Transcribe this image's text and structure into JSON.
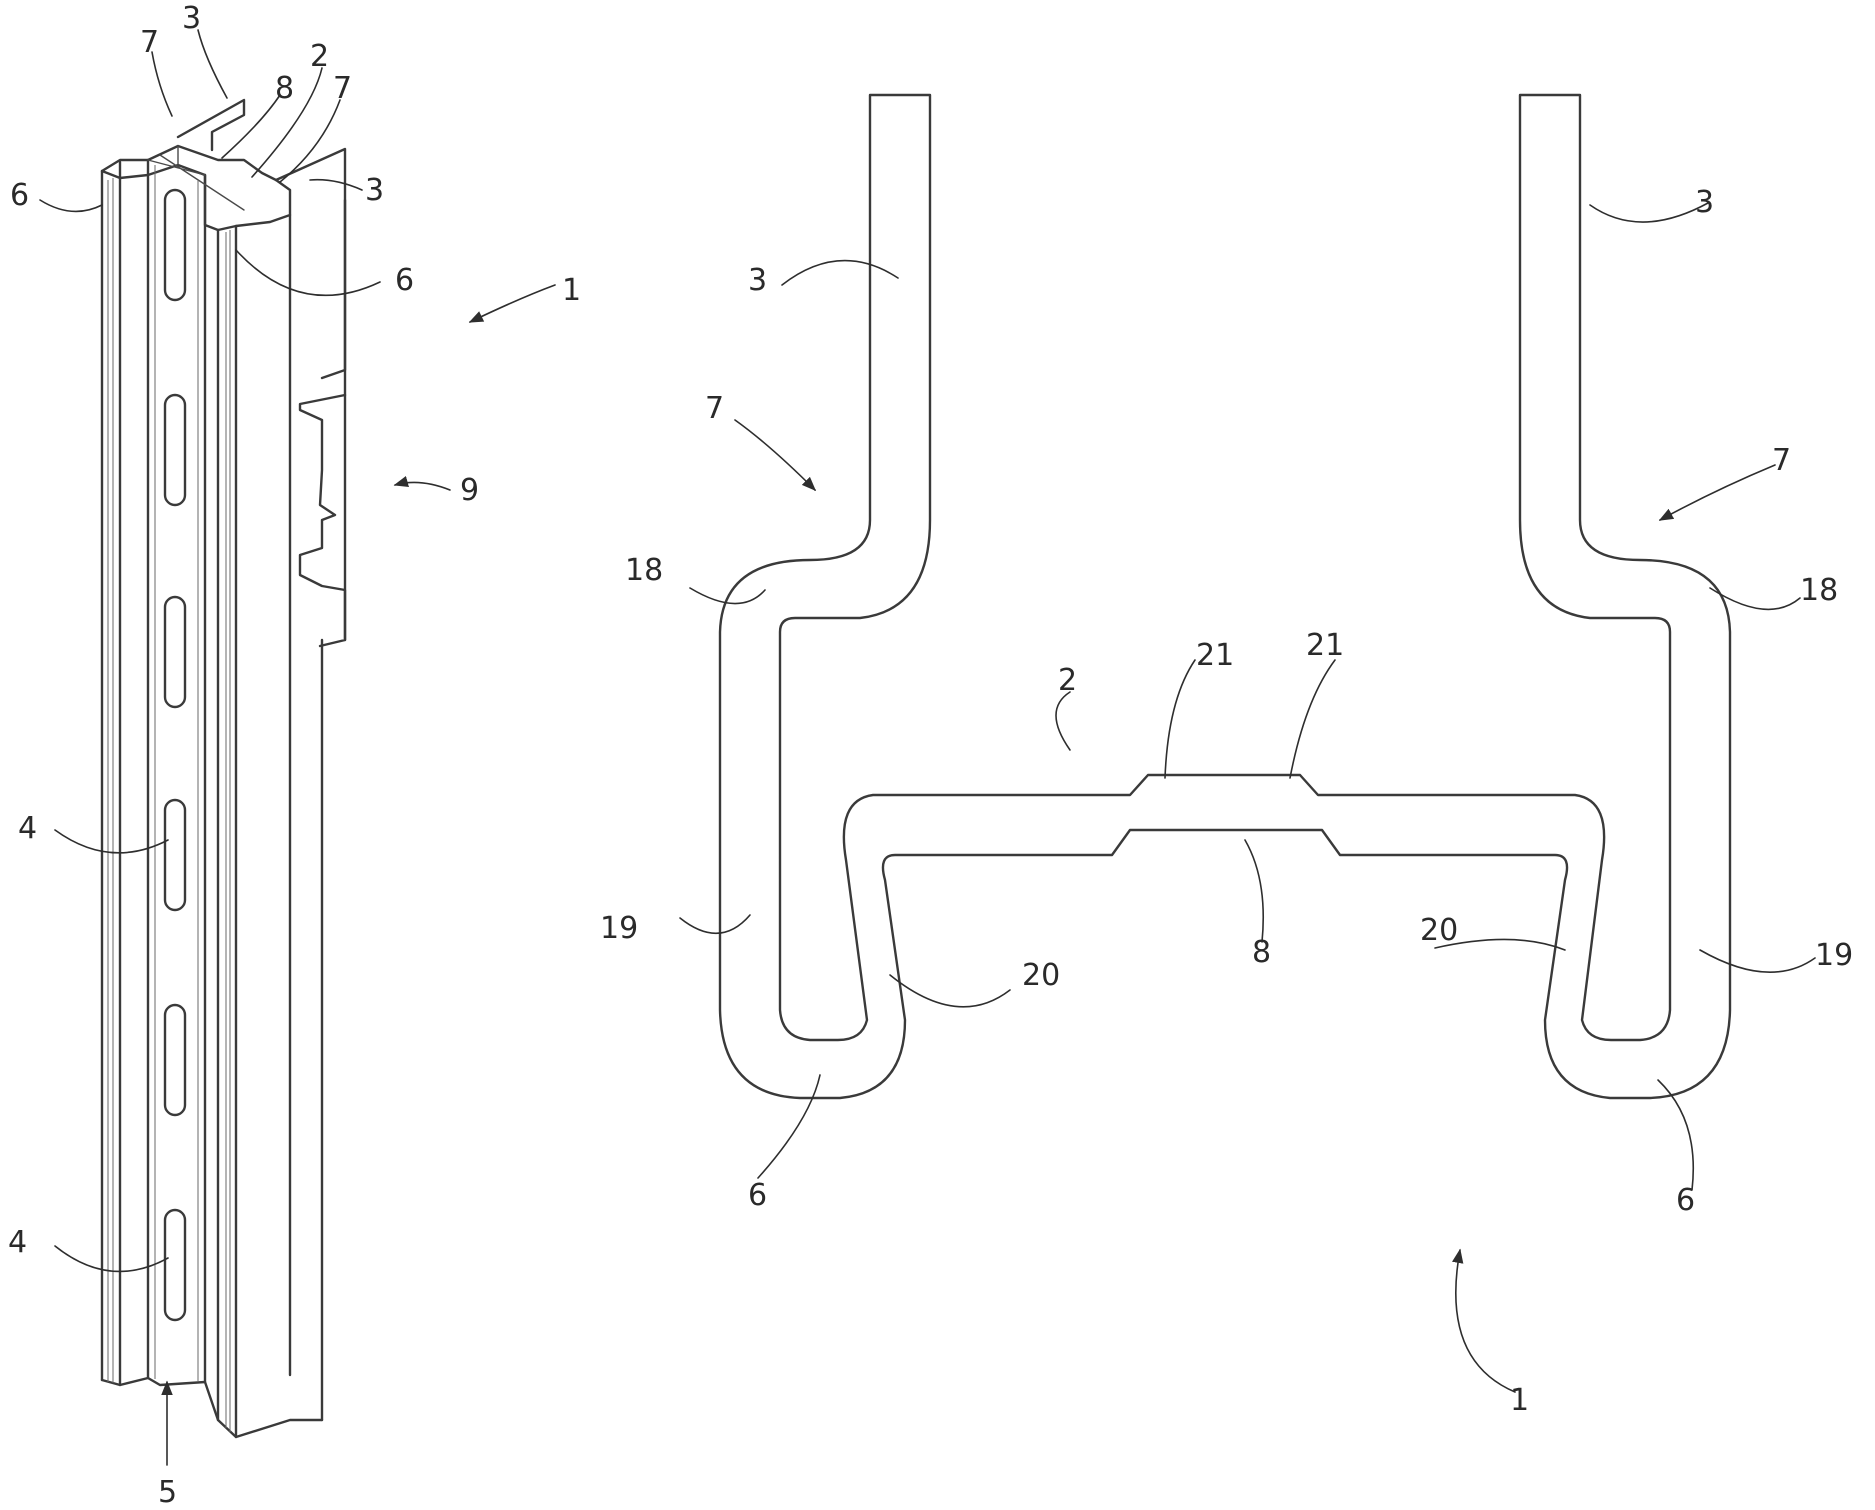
{
  "figure": {
    "perspective_view": {
      "labels": {
        "flange_a": "3",
        "flange_b": "3",
        "lip_a": "7",
        "lip_b": "7",
        "web": "2",
        "channel": "8",
        "edge_a": "6",
        "edge_b": "6",
        "rail": "1",
        "notch": "9",
        "slot_a": "4",
        "slot_b": "4",
        "groove": "5"
      }
    },
    "section_view": {
      "labels": {
        "flange_left": "3",
        "flange_right": "3",
        "lip_left": "7",
        "lip_right": "7",
        "bend_left": "18",
        "bend_right": "18",
        "web": "2",
        "step_left": "21",
        "step_right": "21",
        "wall_left": "19",
        "wall_right": "19",
        "inner_left": "20",
        "inner_right": "20",
        "channel": "8",
        "edge_left": "6",
        "edge_right": "6",
        "rail": "1"
      }
    }
  }
}
